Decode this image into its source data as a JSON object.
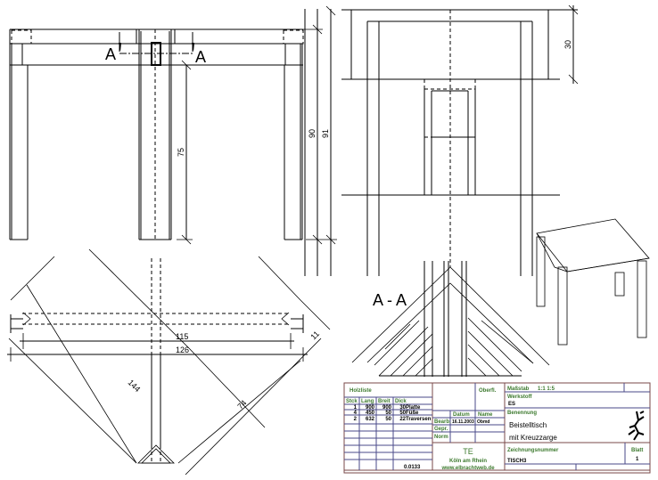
{
  "section_labels": {
    "cut_marker_left": "A",
    "cut_marker_right": "A",
    "section_view": "A - A"
  },
  "dimensions": {
    "front_leg_height": "75",
    "front_height_90": "90",
    "front_height_91": "91",
    "side_top_thickness": "30",
    "plan_inner_width": "115",
    "plan_outer_width": "126",
    "plan_diag_long": "144",
    "plan_diag_short": "74",
    "plan_small": "11"
  },
  "title_block": {
    "parts_list_title": "Holzliste",
    "headers": [
      "Stck",
      "Lang",
      "Breit",
      "Dick"
    ],
    "rows": [
      {
        "qty": "1",
        "length": "900",
        "width": "900",
        "thick": "30",
        "name": "Platte"
      },
      {
        "qty": "4",
        "length": "450",
        "width": "50",
        "thick": "50",
        "name": "Füße"
      },
      {
        "qty": "2",
        "length": "632",
        "width": "50",
        "thick": "22",
        "name": "Traversen"
      }
    ],
    "volume": "0.0133",
    "surface_label": "Oberfl.",
    "date_label": "Datum",
    "name_label": "Name",
    "drawn_label": "Bearb.",
    "checked_label": "Gepr.",
    "norm_label": "Norm",
    "drawn_date": "16.11.2003",
    "drawn_name": "Obmd",
    "company": "TE",
    "city": "Köln am Rhein",
    "website": "www.elbrachtweb.de",
    "scale_label": "Maßstab",
    "scale_value": "1:1 1:5",
    "material_label": "Werkstoff",
    "material_value": "ES",
    "designation_label": "Benennung",
    "designation_line1": "Beistelltisch",
    "designation_line2": "mit Kreuzzarge",
    "drawing_number_label": "Zeichnungsnummer",
    "drawing_number": "TISCH3",
    "sheet_label": "Blatt",
    "sheet_value": "1"
  },
  "colors": {
    "label_green": "#3d7a2e",
    "border_brown": "#7a4a4a",
    "grid_blue": "#4a4a8a"
  }
}
